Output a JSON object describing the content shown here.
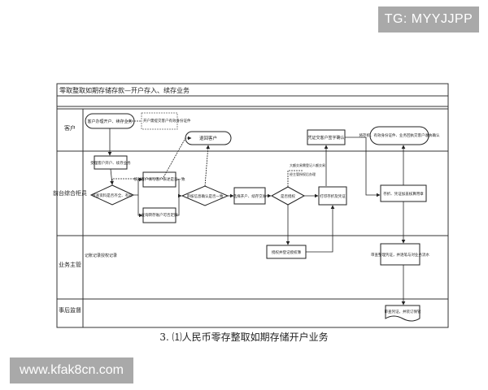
{
  "watermarks": {
    "top": "TG: MYYJJPP",
    "bottom": "www.kfak8cn.com"
  },
  "diagram": {
    "title": "零取整取如期存储存款—开户存入、续存业务",
    "caption": "3. ⑴人民币零存整取如期存储开户业务",
    "lanes": {
      "customer": "客户",
      "teller": "前台综合柜员",
      "supervisor": "业务主管",
      "audit": "事后监督"
    },
    "lane_notes": {
      "supervisor": "记账记录授权记录"
    },
    "nodes": {
      "start": "客户办理开户、续存业务",
      "start_note": "开户需提交客户有效身份证件",
      "return_customer": "退回客户",
      "receive": "受理客户开户、续存业务",
      "check_data": "审查资料是否齐全、有效",
      "verify_info": "核对客户填写客户表述是否一致",
      "query_account": "查询转存账户可否足额",
      "check_consistent": "审核信息确认是否一致",
      "select_open": "选择开户、续存交易",
      "need_auth": "是否授权",
      "auth_note1": "大额交易需登记人额交易",
      "auth_note2": "经主管授权后办理",
      "print": "打印存折及凭证",
      "voucher_sign": "凭证交客户签字确认",
      "store_end": "将存折、有效身份证件、业务回执交客户收执确认",
      "post_process": "存折、凭证加盖核算用章",
      "auth_register": "授权并登记授权簿",
      "review_voucher": "审查整理凭证，并逐笔与对业务流水",
      "audit_archive": "审查凭证，并装订保管"
    }
  }
}
